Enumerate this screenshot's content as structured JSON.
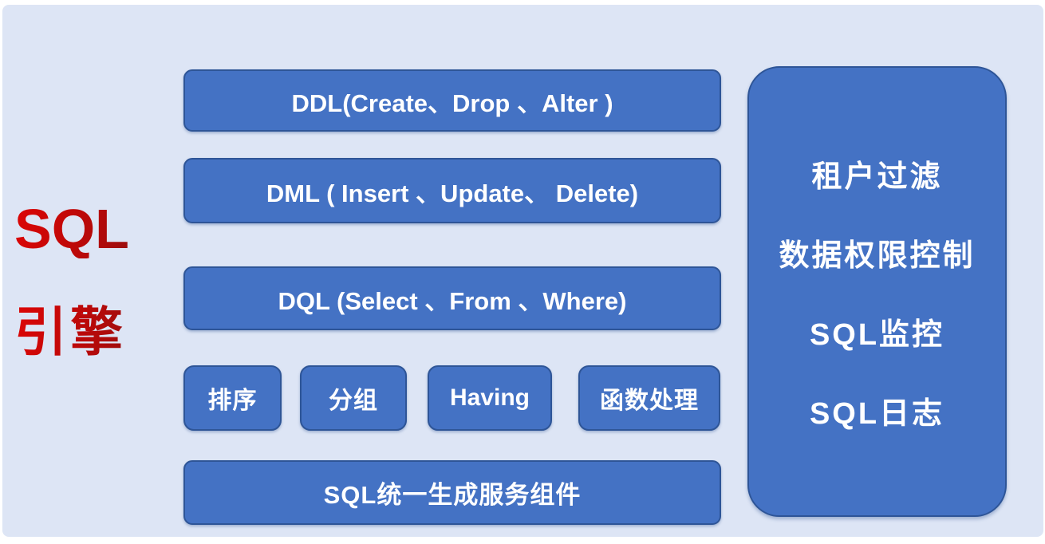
{
  "slide": {
    "background_color": "#dde5f5",
    "node_fill_color": "#4472c4",
    "node_border_color": "#2e5597",
    "node_text_color": "#ffffff",
    "title_color": "#b40808"
  },
  "title": {
    "line1": "SQL",
    "line2": "引擎"
  },
  "engine_boxes": [
    {
      "label": "DDL(Create、Drop 、Alter )"
    },
    {
      "label": "DML ( Insert 、Update、 Delete)"
    },
    {
      "label": "DQL (Select 、From 、Where)"
    }
  ],
  "clause_boxes": [
    {
      "label": "排序"
    },
    {
      "label": "分组"
    },
    {
      "label": "Having"
    },
    {
      "label": "函数处理"
    }
  ],
  "service_box": {
    "label": "SQL统一生成服务组件"
  },
  "side_panel": {
    "items": [
      {
        "label": "租户过滤"
      },
      {
        "label": "数据权限控制"
      },
      {
        "label": "SQL监控"
      },
      {
        "label": "SQL日志"
      }
    ]
  }
}
